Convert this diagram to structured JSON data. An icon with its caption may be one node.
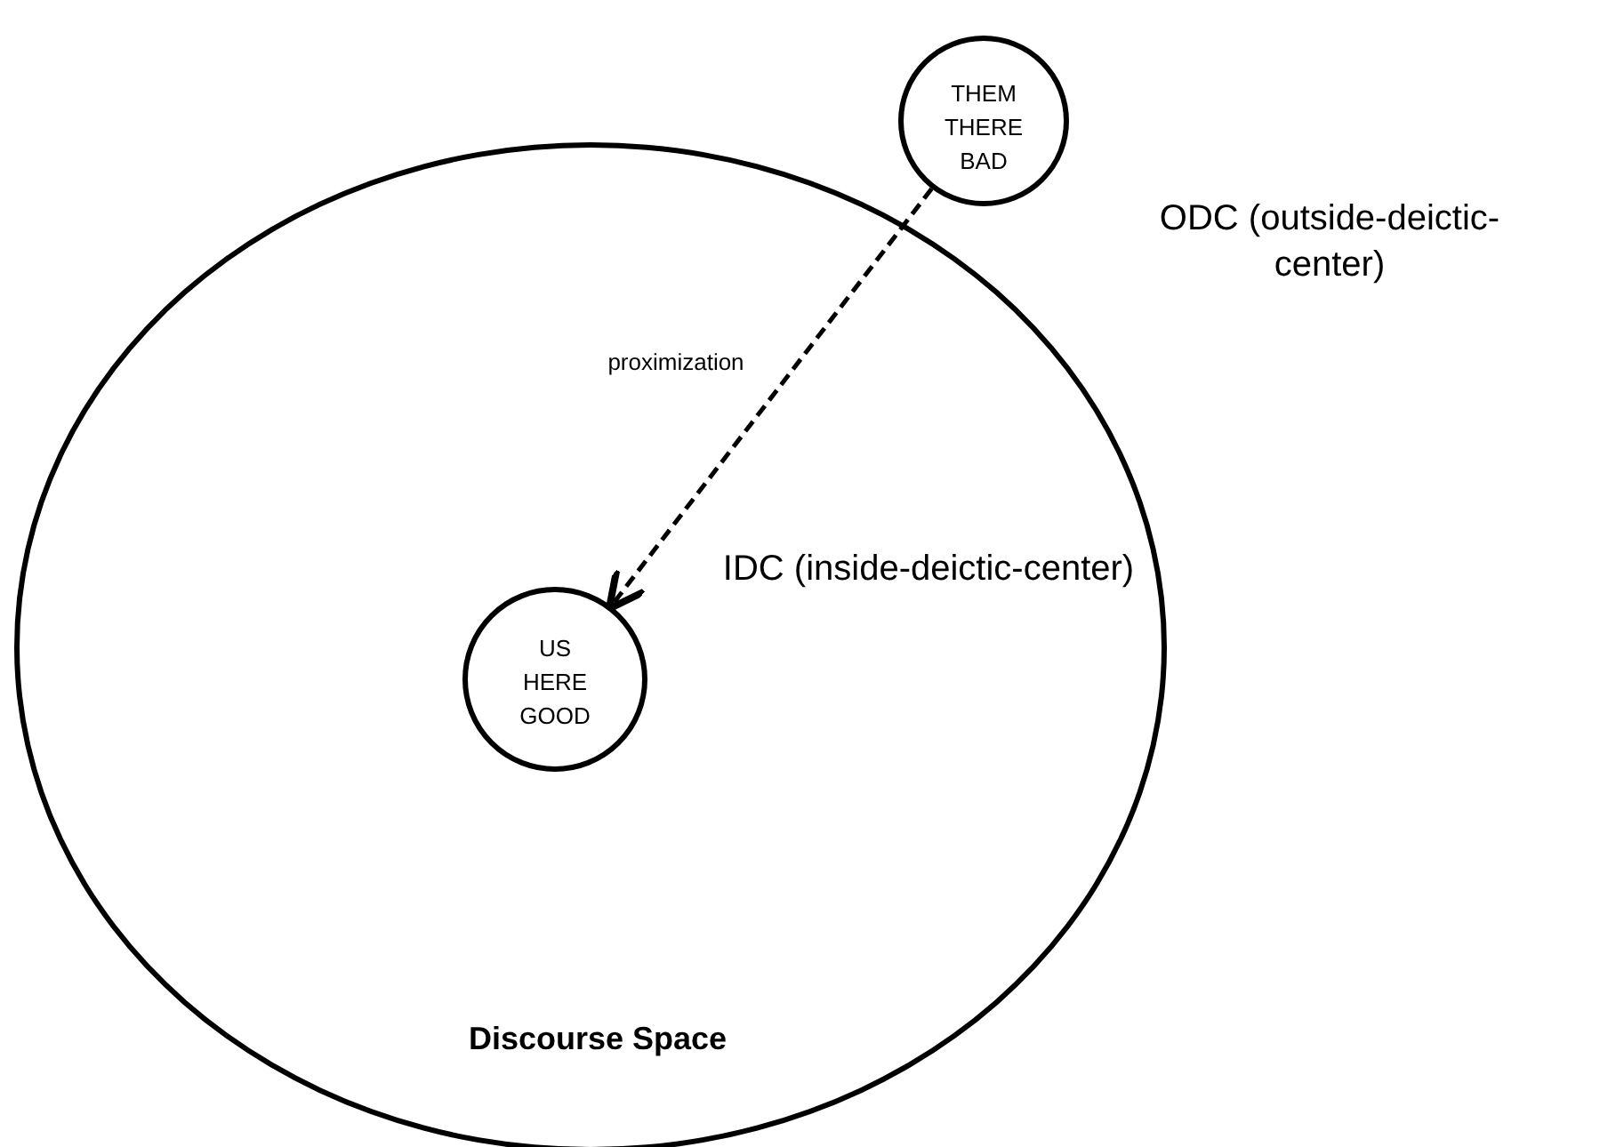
{
  "diagram": {
    "nodes": [
      {
        "text": [
          "Discourse Space"
        ]
      },
      {
        "text": [
          "THEM THERE BAD"
        ]
      },
      {
        "text": [
          "US HERE GOOD"
        ],
        "in": 0
      }
    ],
    "edges": [
      {
        "from": 1,
        "to": 2,
        "arrow": "to",
        "style": "dashed",
        "label": "proximization"
      }
    ],
    "labels": [
      "ODC (outside-deictic-center)",
      "IDC (inside-deictic-center)"
    ]
  }
}
